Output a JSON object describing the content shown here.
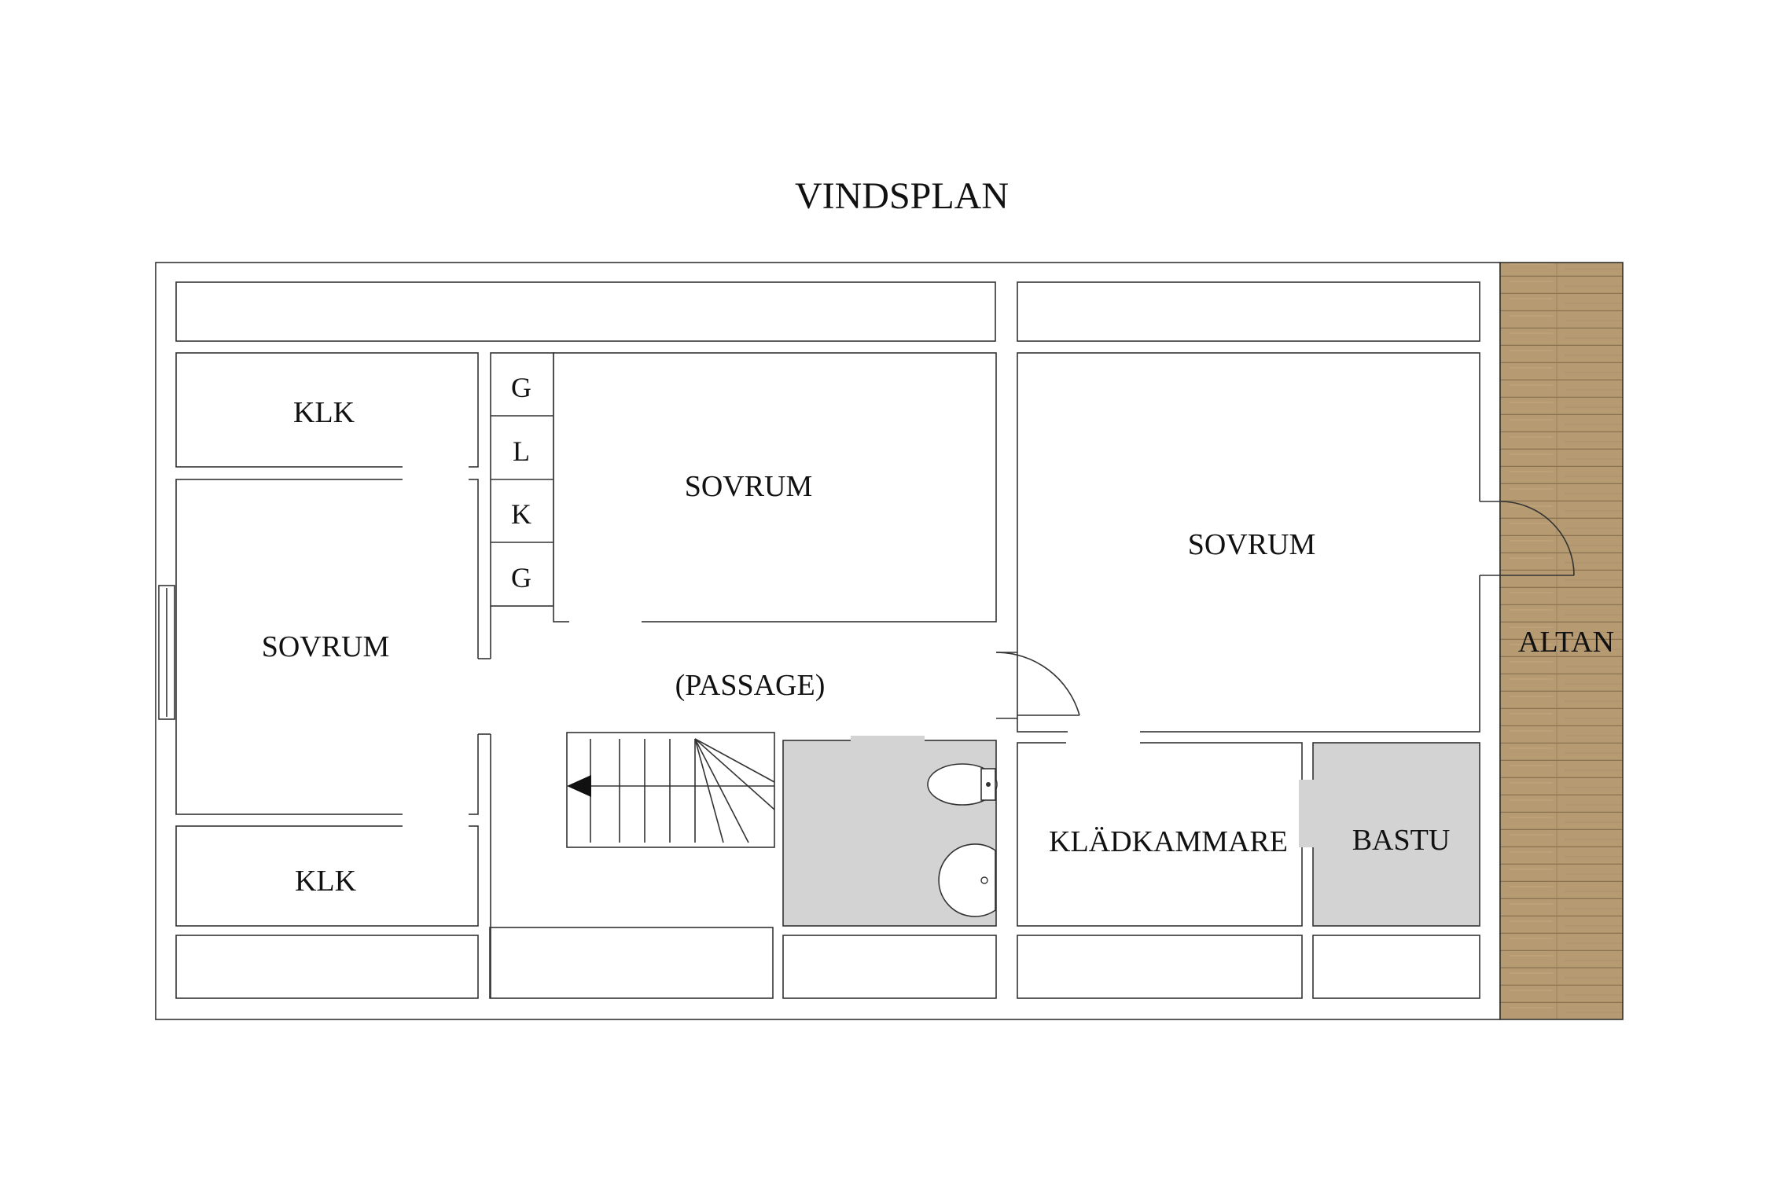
{
  "title": "VINDSPLAN",
  "rooms": {
    "klk_top": "KLK",
    "klk_bottom": "KLK",
    "sovrum_left": "SOVRUM",
    "sovrum_center": "SOVRUM",
    "sovrum_right": "SOVRUM",
    "passage": "(PASSAGE)",
    "kladkammare": "KLÄDKAMMARE",
    "bastu": "BASTU",
    "altan": "ALTAN"
  },
  "closets": [
    "G",
    "L",
    "K",
    "G"
  ],
  "colors": {
    "wall": "#333333",
    "wet_room": "#d3d3d3",
    "altan_wood": "#b59a72"
  }
}
